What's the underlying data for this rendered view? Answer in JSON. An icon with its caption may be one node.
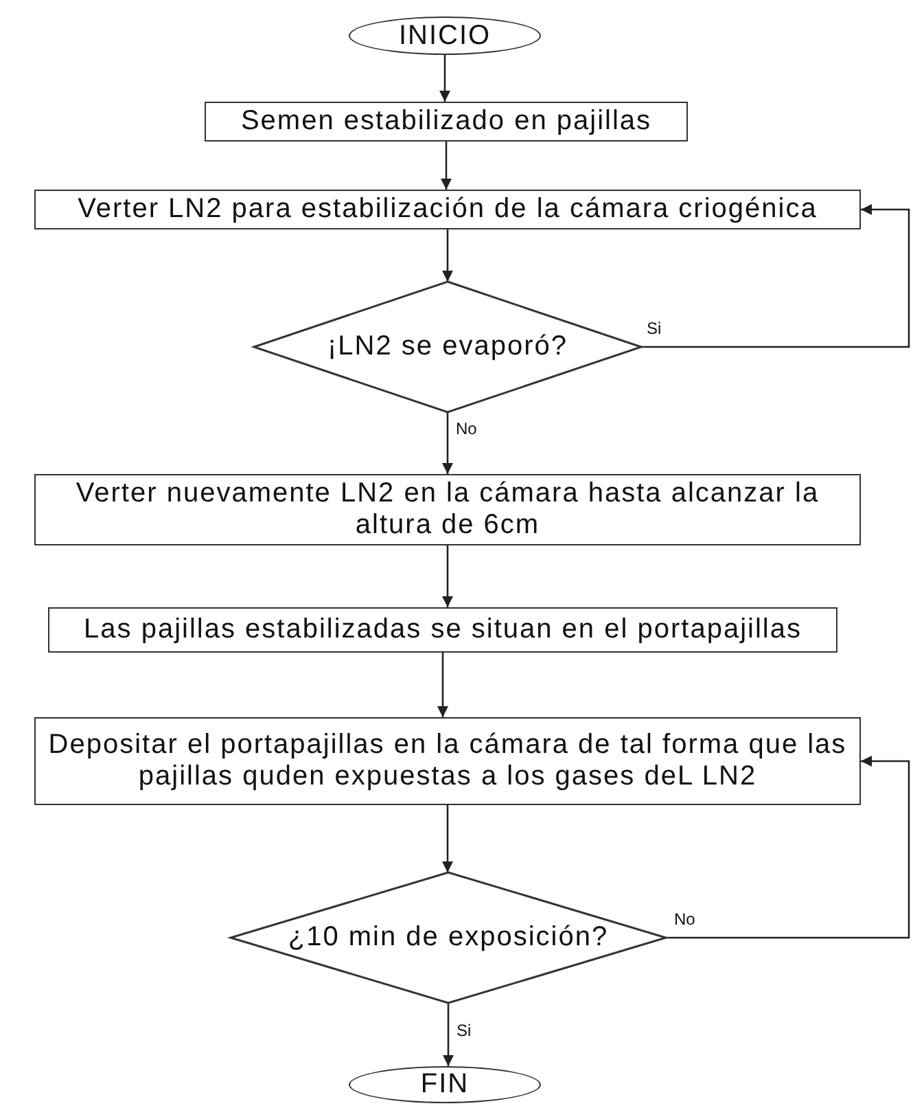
{
  "diagram": {
    "nodes": [
      {
        "text": [
          "INICIO"
        ]
      },
      {
        "text": [
          "Semen estabilizado en pajillas"
        ]
      },
      {
        "text": [
          "Verter LN2 para estabilización de la cámara criogénica"
        ]
      },
      {
        "text": [
          "¡LN2 se evaporó?"
        ]
      },
      {
        "text": [
          "Verter nuevamente LN2 en la cámara hasta alcanzar la altura de 6cm"
        ]
      },
      {
        "text": [
          "Las pajillas estabilizadas se situan en el portapajillas"
        ]
      },
      {
        "text": [
          "Depositar el portapajillas en la cámara de tal forma que las pajillas quden expuestas a los gases deL LN2"
        ]
      },
      {
        "text": [
          "¿10 min de exposición?"
        ]
      },
      {
        "text": [
          "FIN"
        ]
      }
    ],
    "edges": [
      {
        "from": 0,
        "to": 1,
        "arrow": "to"
      },
      {
        "from": 1,
        "to": 2,
        "arrow": "to"
      },
      {
        "from": 2,
        "to": 3,
        "arrow": "to"
      },
      {
        "from": 3,
        "to": 2,
        "arrow": "to",
        "label": "Si"
      },
      {
        "from": 3,
        "to": 4,
        "arrow": "to",
        "label": "No"
      },
      {
        "from": 4,
        "to": 5,
        "arrow": "to"
      },
      {
        "from": 5,
        "to": 6,
        "arrow": "to"
      },
      {
        "from": 6,
        "to": 7,
        "arrow": "to"
      },
      {
        "from": 7,
        "to": 6,
        "arrow": "to",
        "label": "No"
      },
      {
        "from": 7,
        "to": 8,
        "arrow": "to",
        "label": "Si"
      }
    ]
  }
}
